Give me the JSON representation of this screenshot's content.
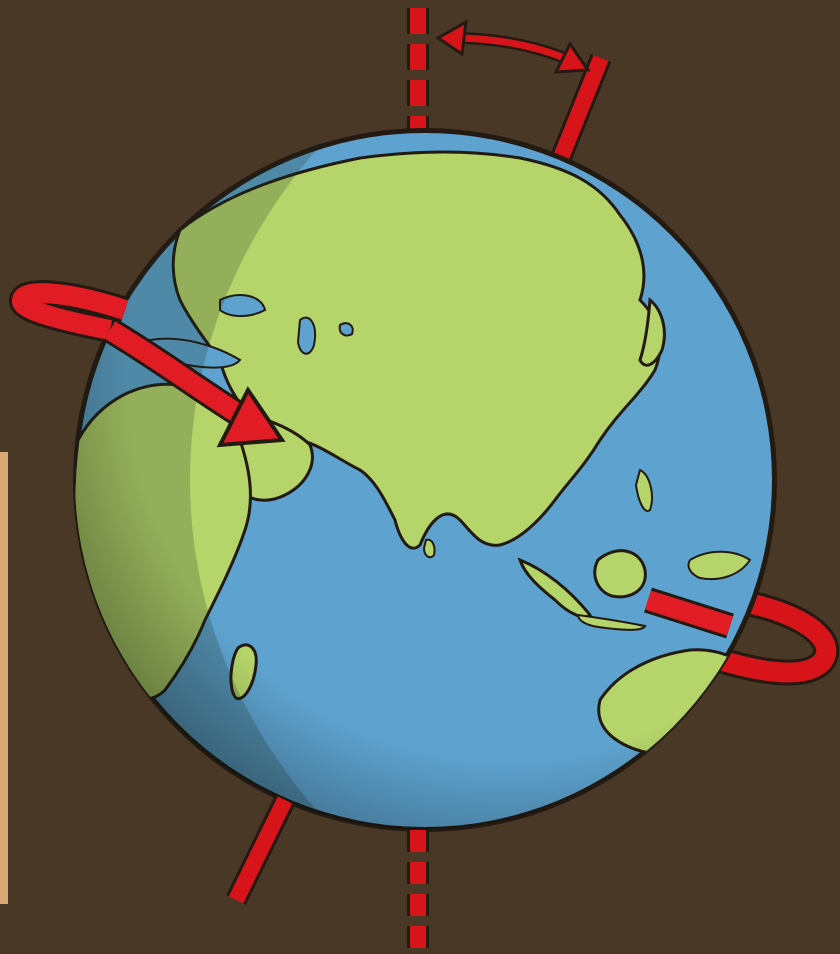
{
  "colors": {
    "background": "#4a3827",
    "side_strip": "#d9a974",
    "ocean": "#5ea3cf",
    "ocean_shadow": "#3f7ea8",
    "land": "#b5d46a",
    "land_shadow": "#8fb04d",
    "outline": "#231a12",
    "axis_red": "#d8141b",
    "arrow_red": "#e11c24"
  },
  "icons": {
    "axis_tilt": "double-headed-curved-arrow",
    "rotation": "circular-arrow",
    "reference_axis": "dashed-vertical-line"
  }
}
